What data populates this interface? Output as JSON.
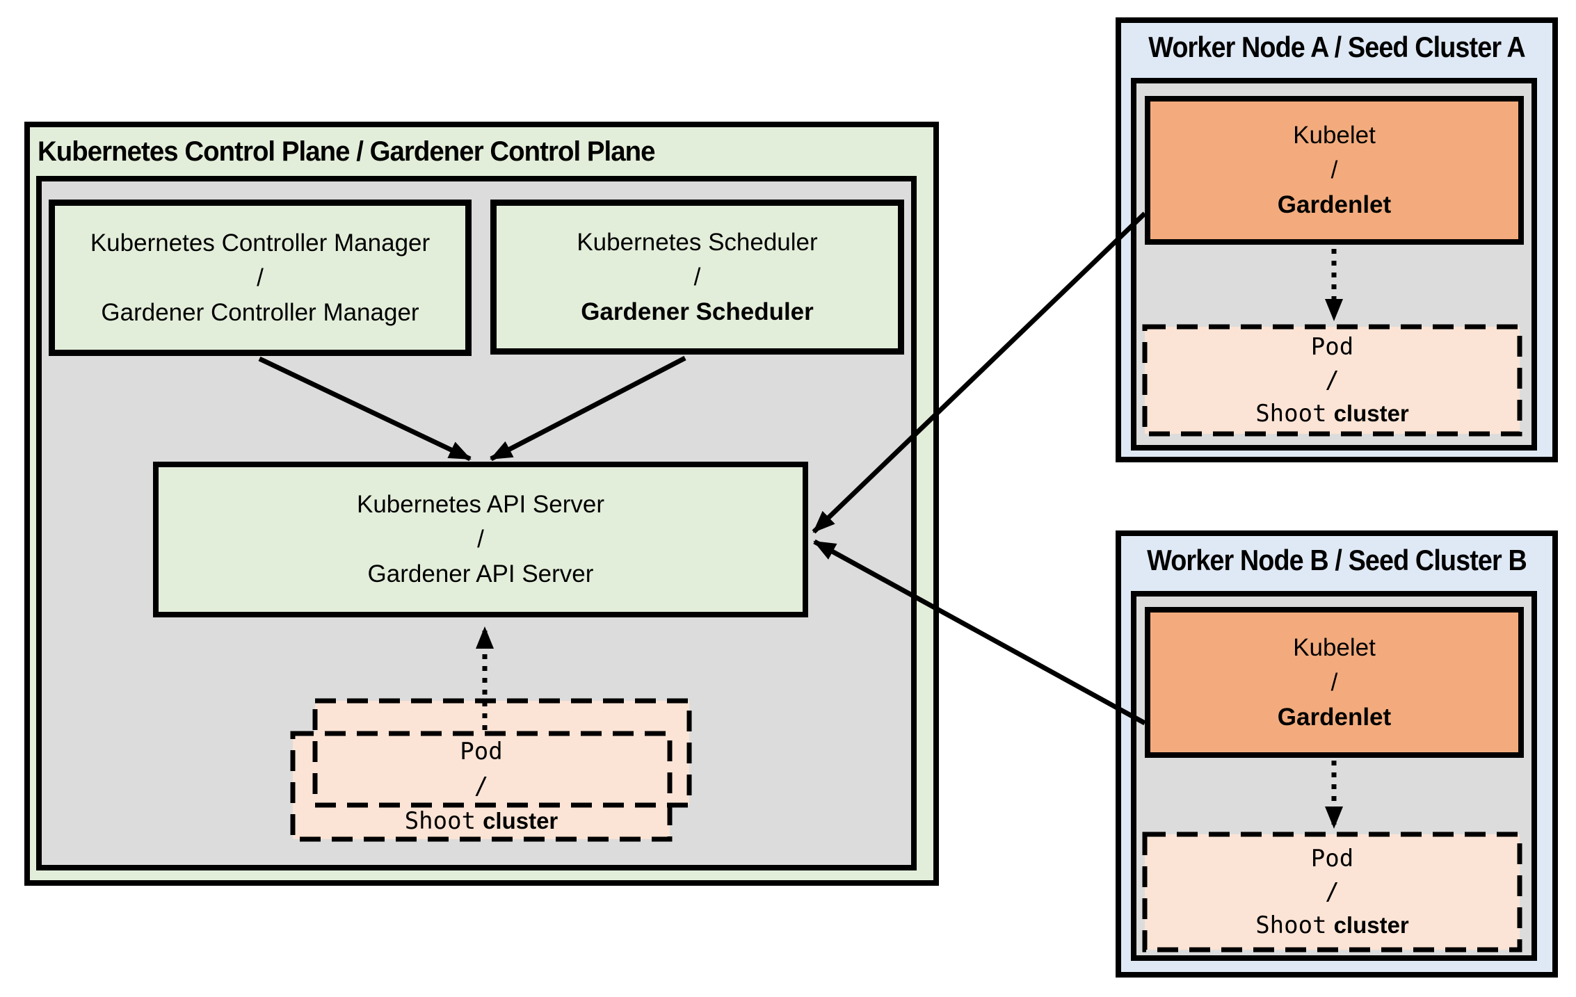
{
  "colors": {
    "green_fill": "#e3eeda",
    "gray_fill": "#dcdcdc",
    "blue_fill": "#dfe9f5",
    "orange_fill": "#f3ab7d",
    "peach_fill": "#fbe4d5",
    "line_color": "#000000"
  },
  "control_plane": {
    "title": "Kubernetes Control Plane / Gardener Control Plane",
    "controller_manager": {
      "line1": "Kubernetes Controller Manager",
      "separator": "/",
      "line2": "Gardener Controller Manager"
    },
    "scheduler": {
      "line1": "Kubernetes Scheduler",
      "separator": "/",
      "line2": "Gardener Scheduler"
    },
    "api_server": {
      "line1": "Kubernetes API Server",
      "separator": "/",
      "line2": "Gardener API Server"
    },
    "pod": {
      "line1": "Pod",
      "separator": "/",
      "line2_mono": "Shoot",
      "line2_bold": "cluster"
    }
  },
  "worker_node_a": {
    "title": "Worker Node A / Seed Cluster A",
    "kubelet": {
      "line1": "Kubelet",
      "separator": "/",
      "line2": "Gardenlet"
    },
    "pod": {
      "line1": "Pod",
      "separator": "/",
      "line2_mono": "Shoot",
      "line2_bold": "cluster"
    }
  },
  "worker_node_b": {
    "title": "Worker Node B / Seed Cluster B",
    "kubelet": {
      "line1": "Kubelet",
      "separator": "/",
      "line2": "Gardenlet"
    },
    "pod": {
      "line1": "Pod",
      "separator": "/",
      "line2_mono": "Shoot",
      "line2_bold": "cluster"
    }
  }
}
